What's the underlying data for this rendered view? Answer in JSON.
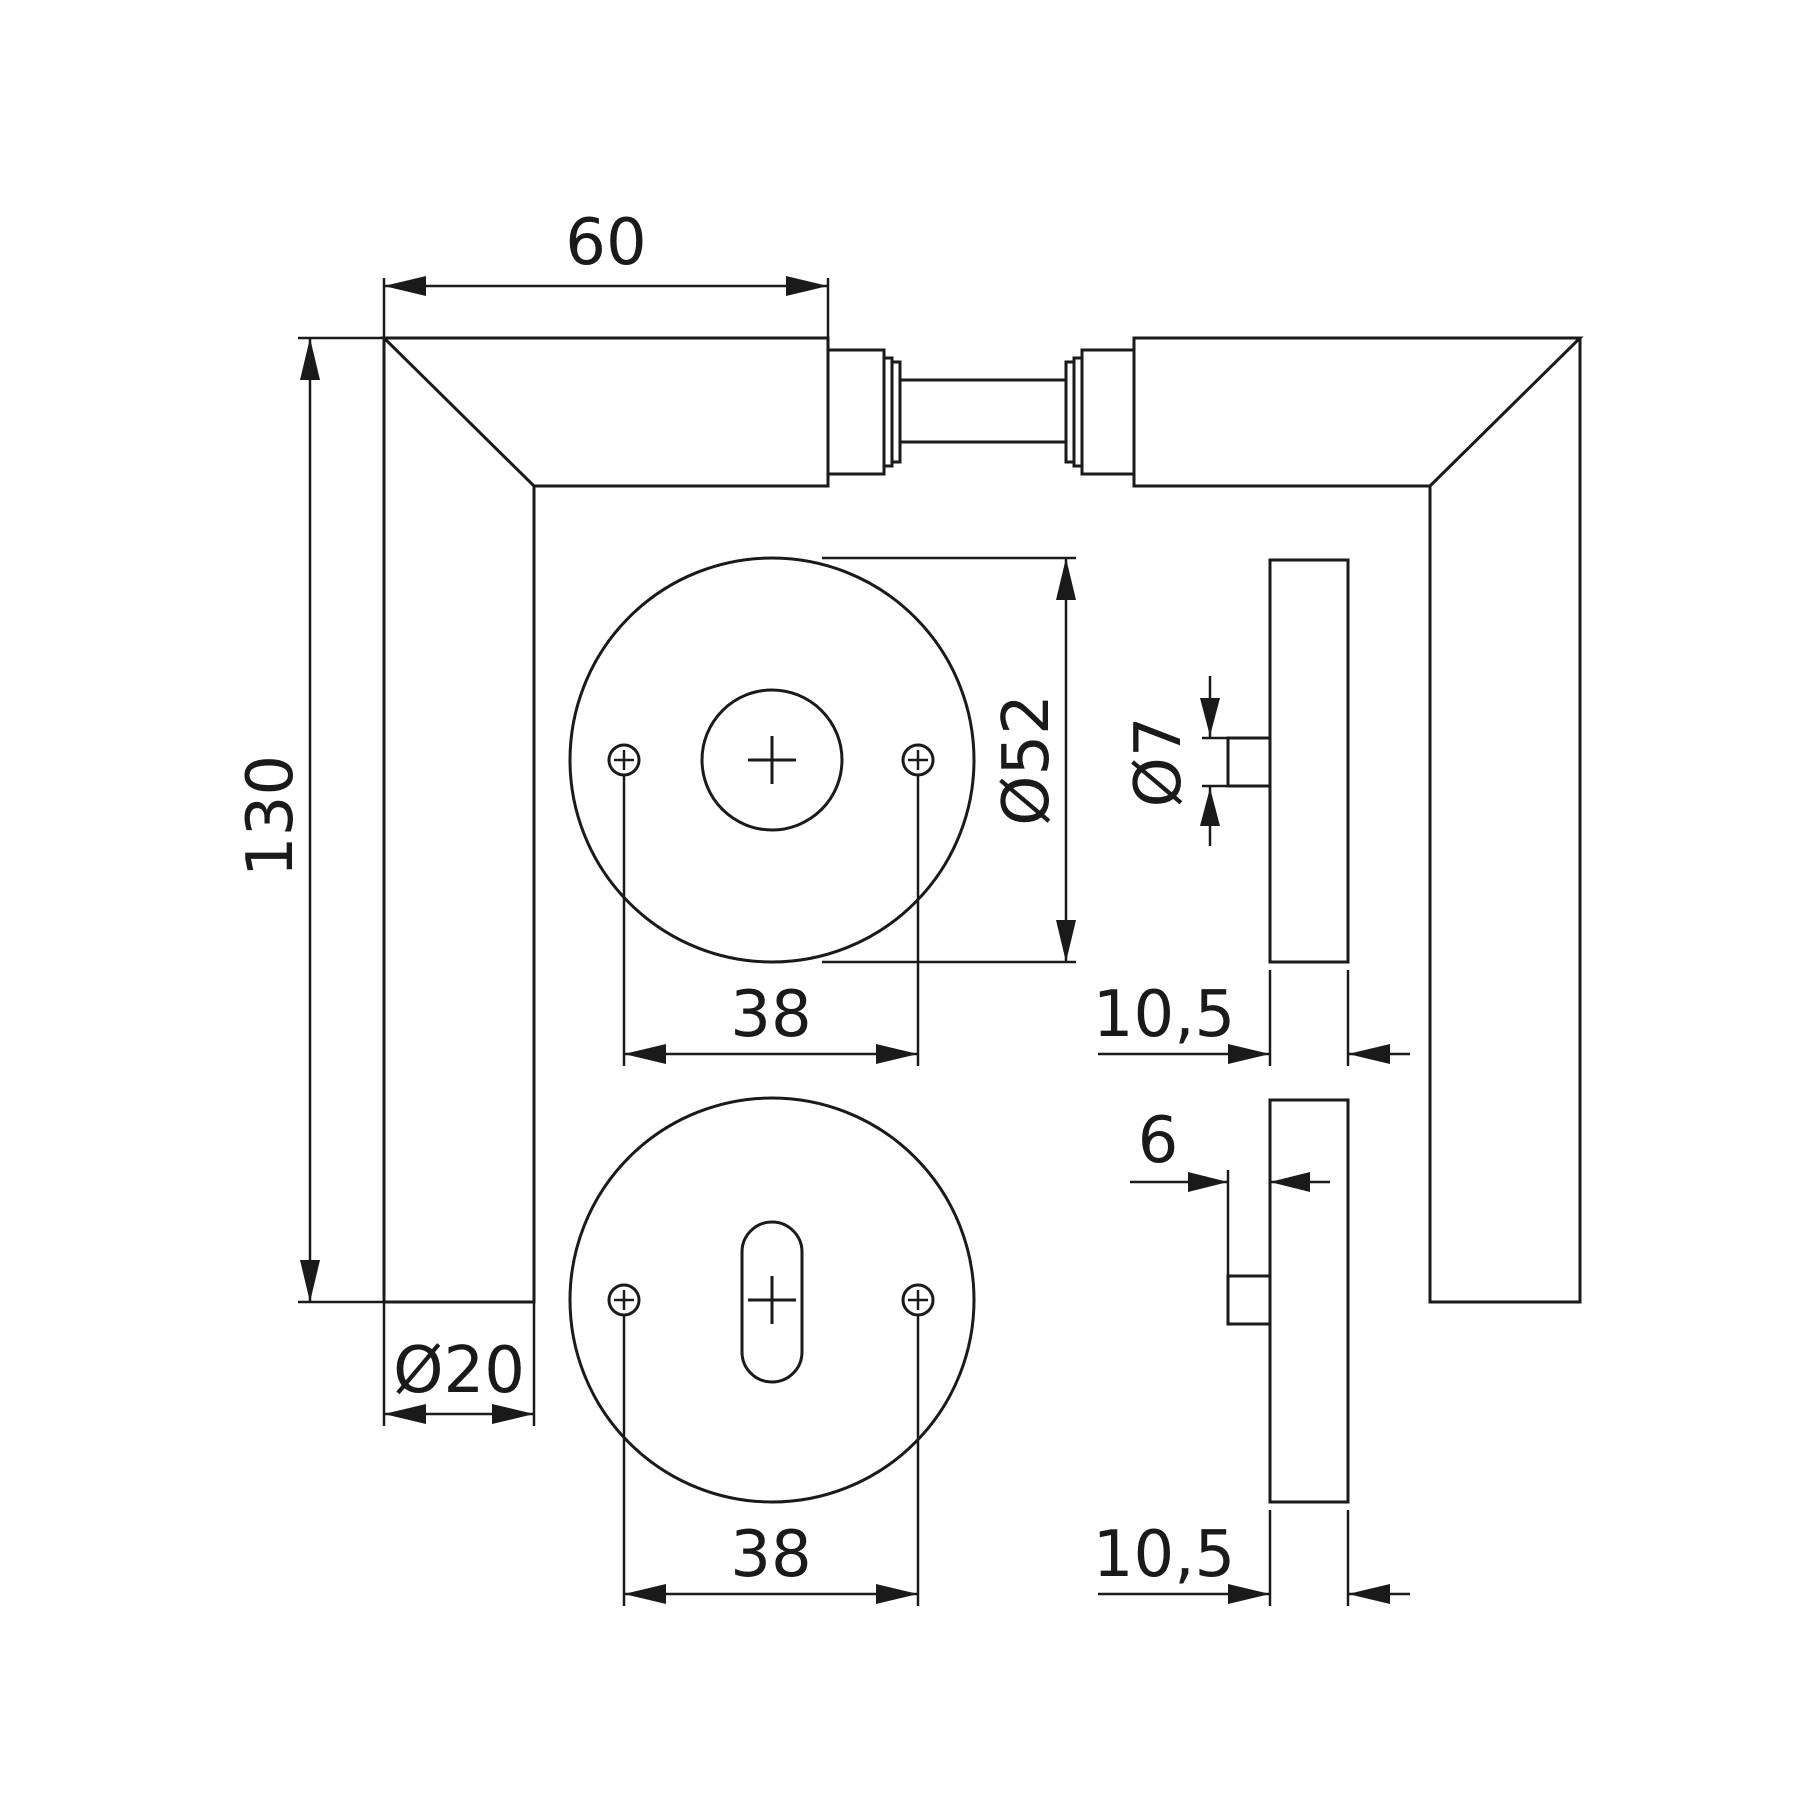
{
  "dimensions": {
    "handle_projection": "60",
    "handle_height": "130",
    "handle_diameter": "Ø20",
    "rose_diameter": "Ø52",
    "screw_spacing_top": "38",
    "screw_spacing_bottom": "38",
    "spindle_diameter": "Ø7",
    "rose_thickness_top": "10,5",
    "rose_thickness_bottom": "10,5",
    "escutcheon_offset": "6"
  }
}
